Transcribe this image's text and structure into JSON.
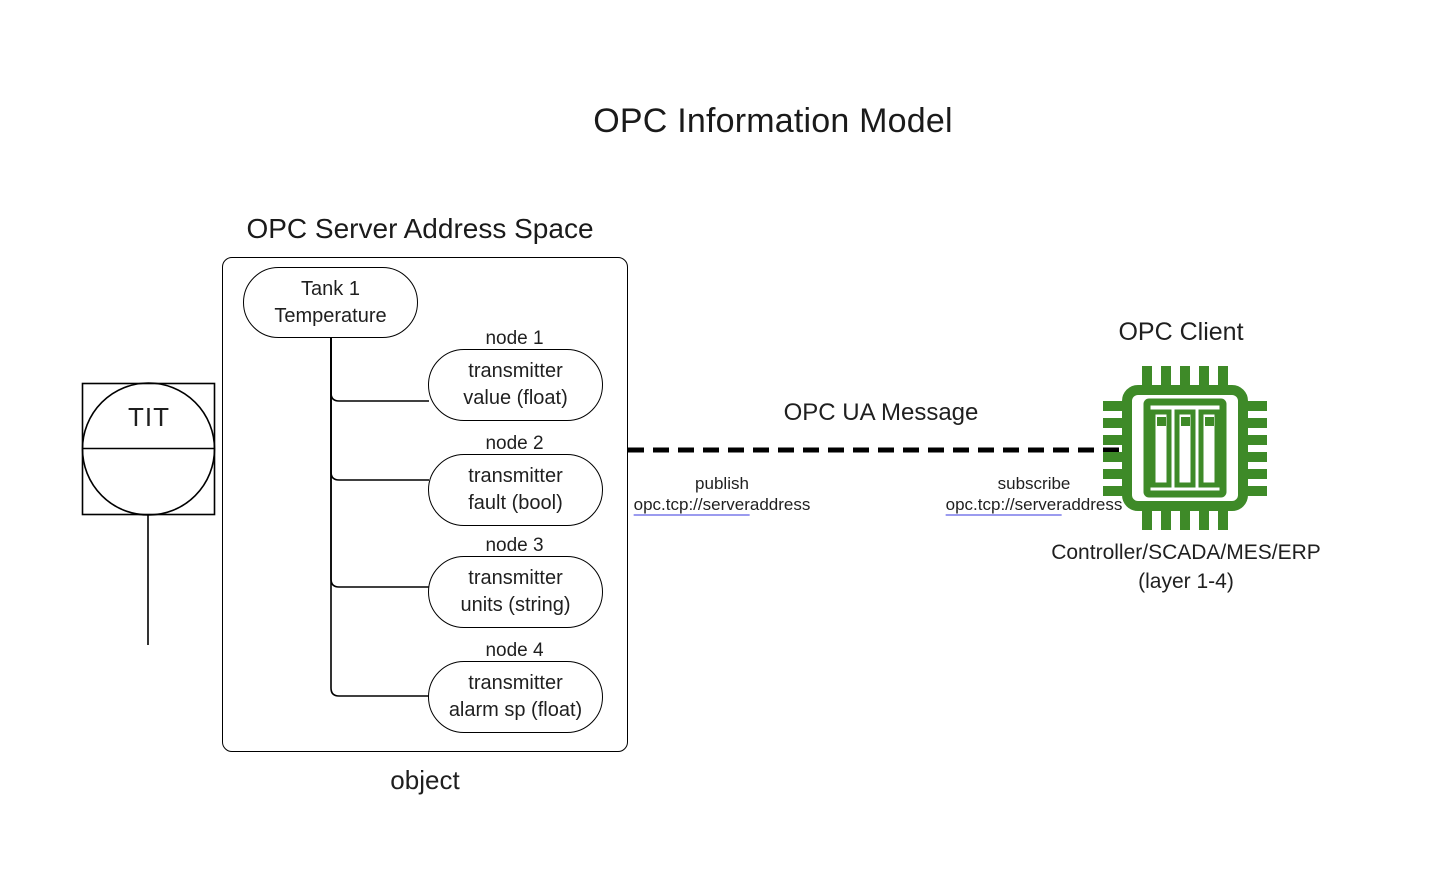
{
  "title": "OPC Information Model",
  "server": {
    "heading": "OPC Server Address Space",
    "root_node": {
      "line1": "Tank 1",
      "line2": "Temperature"
    },
    "nodes": [
      {
        "label": "node 1",
        "line1": "transmitter",
        "line2": "value (float)"
      },
      {
        "label": "node 2",
        "line1": "transmitter",
        "line2": "fault (bool)"
      },
      {
        "label": "node 3",
        "line1": "transmitter",
        "line2": "units (string)"
      },
      {
        "label": "node 4",
        "line1": "transmitter",
        "line2": "alarm sp (float)"
      }
    ],
    "caption": "object"
  },
  "instrument": {
    "tag": "TIT"
  },
  "message": {
    "label": "OPC UA Message",
    "publish": {
      "action": "publish",
      "url_underlined": "opc.tcp://server",
      "url_rest": "address"
    },
    "subscribe": {
      "action": "subscribe",
      "url_underlined": "opc.tcp://server",
      "url_rest": "address"
    }
  },
  "client": {
    "heading": "OPC Client",
    "caption_line1": "Controller/SCADA/MES/ERP",
    "caption_line2": "(layer 1-4)"
  },
  "colors": {
    "chip_green": "#3E8A28",
    "link_underline": "#9b9bef",
    "line_black": "#000000",
    "text": "#1f1f1f"
  }
}
